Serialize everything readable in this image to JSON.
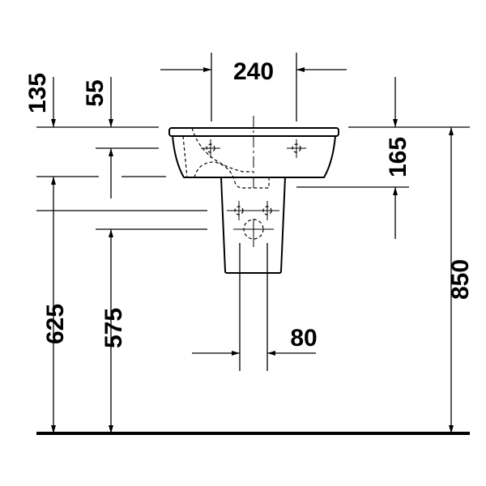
{
  "dimensions": {
    "top_width": "240",
    "left_135": "135",
    "left_55": "55",
    "right_165": "165",
    "height_850": "850",
    "height_625": "625",
    "height_575": "575",
    "pipe_80": "80"
  }
}
